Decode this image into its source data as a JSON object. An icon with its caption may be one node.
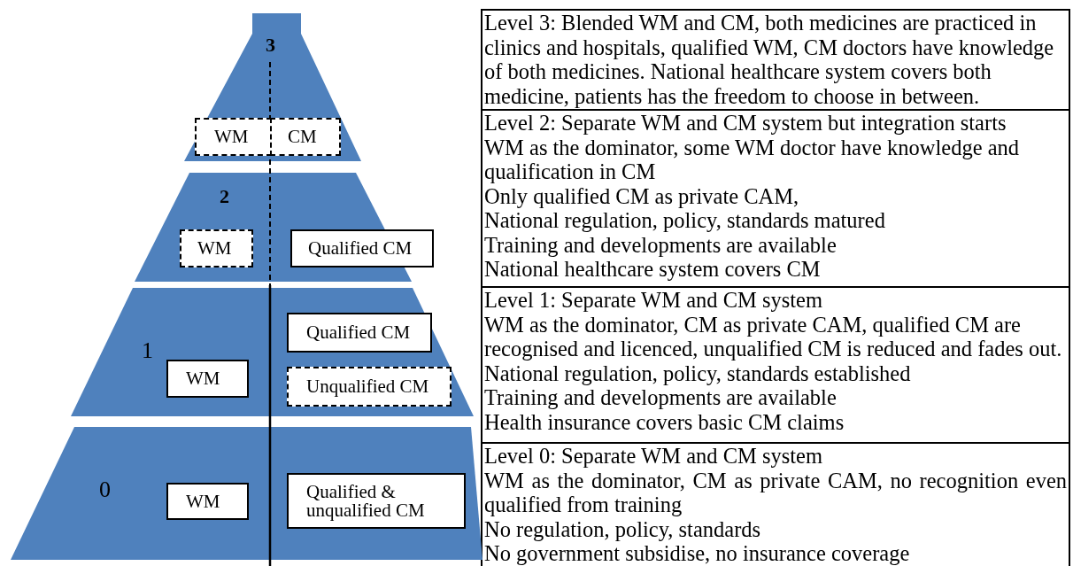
{
  "diagram": {
    "nodes": [
      {
        "text": [
          "3"
        ]
      },
      {
        "text": [
          "WM"
        ],
        "in": 0
      },
      {
        "text": [
          "CM"
        ],
        "in": 0
      },
      {
        "text": [
          "2"
        ]
      },
      {
        "text": [
          "WM"
        ],
        "in": 3
      },
      {
        "text": [
          "Qualified CM"
        ],
        "in": 3
      },
      {
        "text": [
          "1"
        ]
      },
      {
        "text": [
          "WM"
        ],
        "in": 6
      },
      {
        "text": [
          "Qualified CM"
        ],
        "in": 6
      },
      {
        "text": [
          "Unqualified CM"
        ],
        "in": 6
      },
      {
        "text": [
          "0"
        ]
      },
      {
        "text": [
          "WM"
        ],
        "in": 10
      },
      {
        "text": [
          "Qualified & unqualified CM"
        ],
        "in": 10
      }
    ],
    "labels": [
      "Level 3: Blended WM and CM, both medicines are practiced in clinics and hospitals, qualified WM, CM doctors have knowledge of both medicines. National healthcare system covers both medicine, patients has the freedom to choose in between.",
      "Level 2: Separate WM and CM system but integration starts",
      "WM as the dominator, some WM doctor have knowledge and qualification in CM",
      "Only qualified CM as private CAM,",
      "National regulation, policy, standards matured",
      "Training and developments are available",
      "National healthcare system covers CM",
      "Level 1: Separate WM and CM system",
      "WM as the dominator, CM as private CAM, qualified CM are recognised and licenced, unqualified CM is reduced and fades out.",
      "National regulation, policy, standards established",
      "Training and developments are available",
      "Health insurance covers basic CM claims",
      "Level 0: Separate WM and CM system",
      "WM as the dominator, CM as private CAM, no recognition even qualified from training",
      "No regulation, policy, standards",
      "No government subsidise, no insurance coverage"
    ]
  }
}
